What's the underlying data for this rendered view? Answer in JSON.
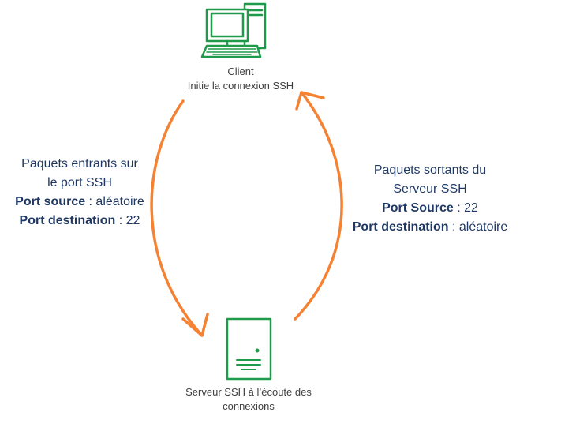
{
  "client": {
    "name": "Client",
    "subtitle": "Initie la connexion SSH"
  },
  "server": {
    "line1": "Serveur SSH à l’écoute des",
    "line2": "connexions"
  },
  "incoming": {
    "line1": "Paquets entrants sur",
    "line2": "le port SSH",
    "src_label": "Port source",
    "src_value": " : aléatoire",
    "dst_label": "Port destination",
    "dst_value": " : 22"
  },
  "outgoing": {
    "line1": "Paquets sortants du",
    "line2": "Serveur SSH",
    "src_label": "Port Source",
    "src_value": " : 22",
    "dst_label": "Port destination",
    "dst_value": " : aléatoire"
  },
  "colors": {
    "icon_green": "#1e9a4a",
    "arrow_orange": "#f58233",
    "text_blue": "#1f3864",
    "caption_gray": "#404040"
  },
  "icons": {
    "client": "desktop-computer-icon",
    "server": "server-tower-icon"
  }
}
